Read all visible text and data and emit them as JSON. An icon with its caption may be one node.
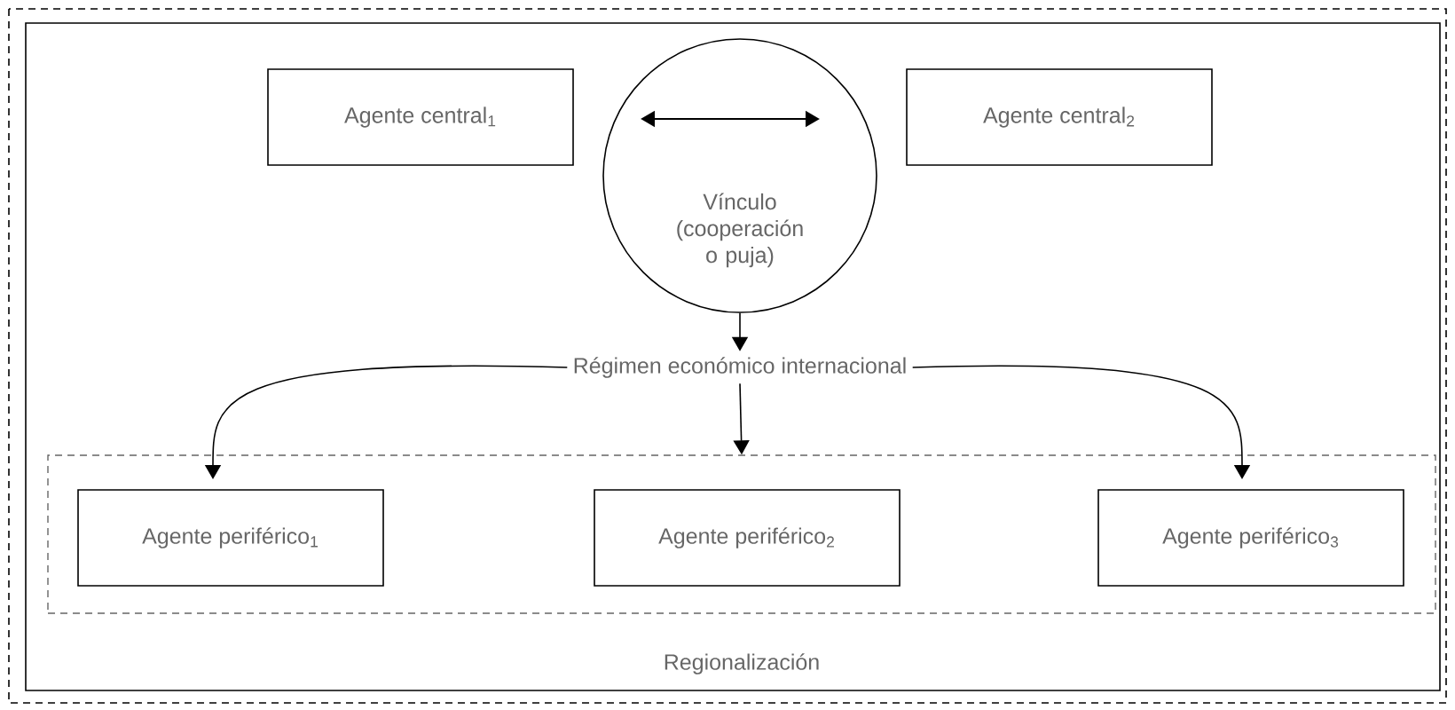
{
  "diagram": {
    "nodes": [
      {
        "text": [],
        "shape": "box"
      },
      {
        "text": [
          "Agente central$_{1}$"
        ],
        "in": 0
      },
      {
        "text": [
          "Vínculo (cooperación o puja)"
        ],
        "in": 0
      },
      {
        "text": [
          "Agente central$_{2}$"
        ],
        "in": 0
      },
      {
        "text": [
          "Régimen económico internacional"
        ],
        "in": 0
      },
      {
        "text": [
          "Regionalización"
        ],
        "in": 0
      },
      {
        "text": [
          "Agente periférico$_{1}$"
        ],
        "in": 5
      },
      {
        "text": [
          "Agente periférico$_{2}$"
        ],
        "in": 5
      },
      {
        "text": [
          "Agente periférico$_{3}$"
        ],
        "in": 5
      }
    ],
    "edges": [
      {
        "from": 2,
        "to": 4,
        "arrow": "to"
      },
      {
        "from": 4,
        "to": 5,
        "arrow": "to"
      },
      {
        "from": 4,
        "to": 6,
        "arrow": "to"
      },
      {
        "from": 4,
        "to": 8,
        "arrow": "to"
      }
    ]
  }
}
